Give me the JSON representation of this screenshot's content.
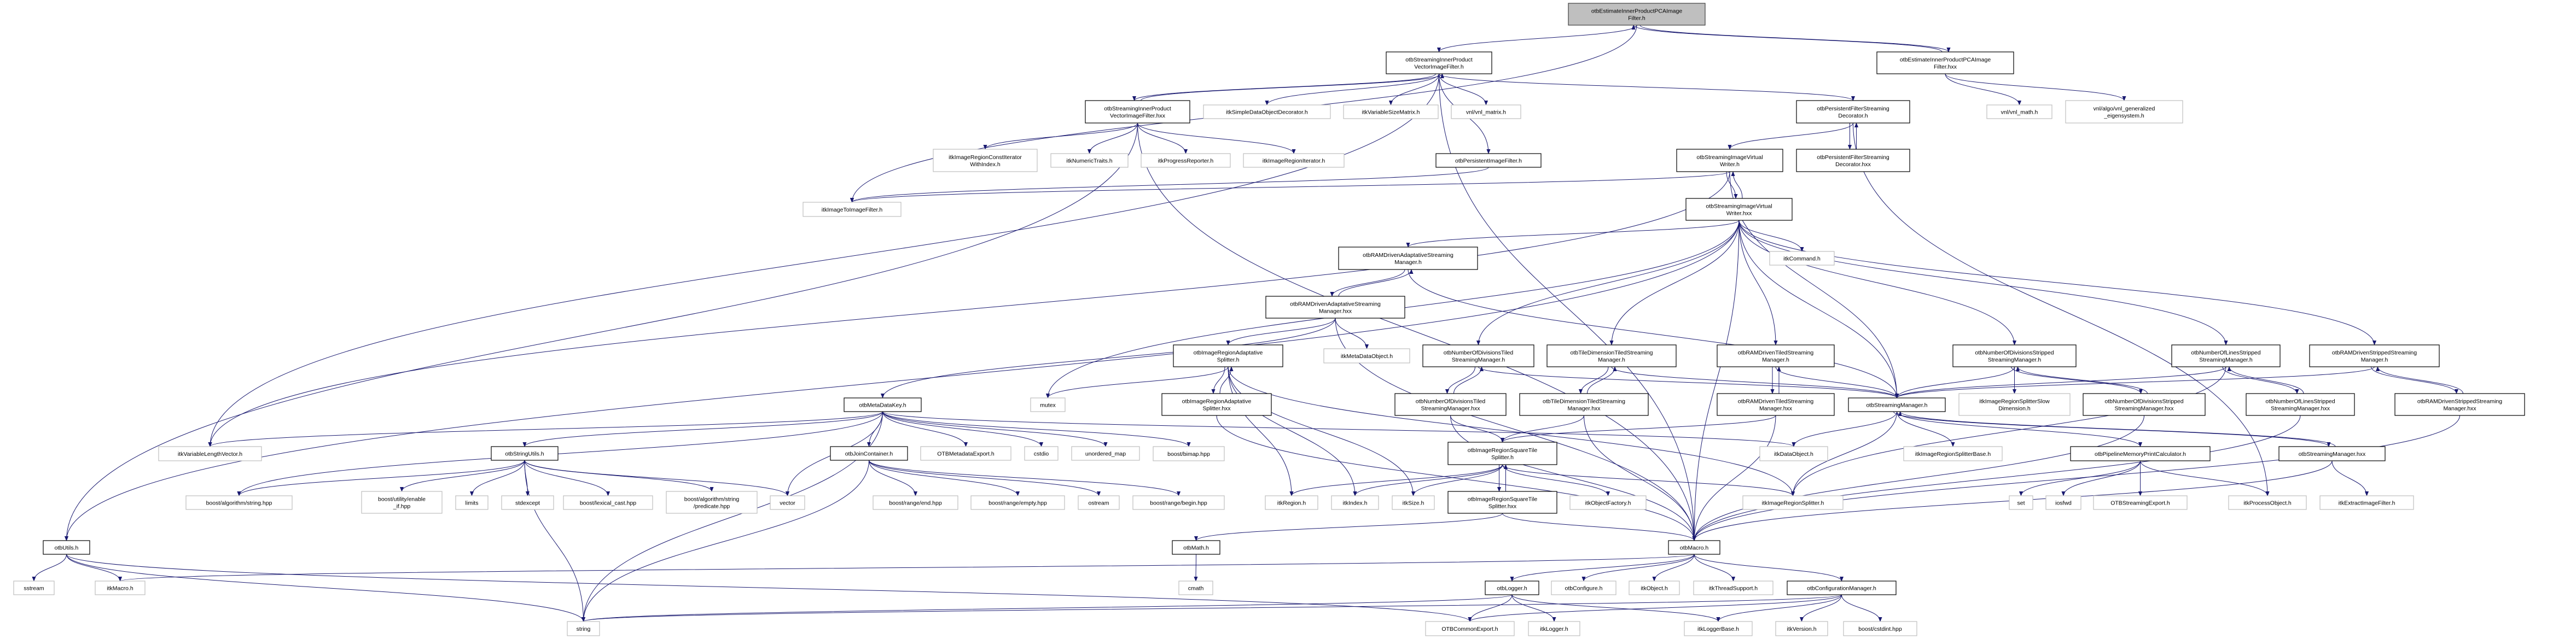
{
  "colors": {
    "edge": "#191970",
    "root_fill": "#bfbfbf",
    "documented_border": "#000000",
    "external_border": "#bfbfbf"
  },
  "nodes": [
    {
      "id": "title",
      "lines": [
        "otbEstimateInnerProductPCAImage",
        "Filter.h"
      ],
      "kind": "root"
    },
    {
      "id": "sipvf_h",
      "lines": [
        "otbStreamingInnerProduct",
        "VectorImageFilter.h"
      ],
      "kind": "doc"
    },
    {
      "id": "pca_hxx",
      "lines": [
        "otbEstimateInnerProductPCAImage",
        "Filter.hxx"
      ],
      "kind": "doc"
    },
    {
      "id": "sipvf_hxx",
      "lines": [
        "otbStreamingInnerProduct",
        "VectorImageFilter.hxx"
      ],
      "kind": "doc"
    },
    {
      "id": "simpledeco",
      "lines": [
        "itkSimpleDataObjectDecorator.h"
      ],
      "kind": "ext"
    },
    {
      "id": "varsizematrix",
      "lines": [
        "itkVariableSizeMatrix.h"
      ],
      "kind": "ext"
    },
    {
      "id": "vnl_matrix",
      "lines": [
        "vnl/vnl_matrix.h"
      ],
      "kind": "ext"
    },
    {
      "id": "pfsd_h",
      "lines": [
        "otbPersistentFilterStreaming",
        "Decorator.h"
      ],
      "kind": "doc"
    },
    {
      "id": "vnl_math",
      "lines": [
        "vnl/vnl_math.h"
      ],
      "kind": "ext"
    },
    {
      "id": "vnl_gen",
      "lines": [
        "vnl/algo/vnl_generalized",
        "_eigensystem.h"
      ],
      "kind": "ext"
    },
    {
      "id": "constiter",
      "lines": [
        "itkImageRegionConstIterator",
        "WithIndex.h"
      ],
      "kind": "ext"
    },
    {
      "id": "numerictraits",
      "lines": [
        "itkNumericTraits.h"
      ],
      "kind": "ext"
    },
    {
      "id": "progress",
      "lines": [
        "itkProgressReporter.h"
      ],
      "kind": "ext"
    },
    {
      "id": "regioniter",
      "lines": [
        "itkImageRegionIterator.h"
      ],
      "kind": "ext"
    },
    {
      "id": "persistentimg",
      "lines": [
        "otbPersistentImageFilter.h"
      ],
      "kind": "doc"
    },
    {
      "id": "sivw_h",
      "lines": [
        "otbStreamingImageVirtual",
        "Writer.h"
      ],
      "kind": "doc"
    },
    {
      "id": "pfsd_hxx",
      "lines": [
        "otbPersistentFilterStreaming",
        "Decorator.hxx"
      ],
      "kind": "doc"
    },
    {
      "id": "imgtoimg",
      "lines": [
        "itkImageToImageFilter.h"
      ],
      "kind": "ext"
    },
    {
      "id": "sivw_hxx",
      "lines": [
        "otbStreamingImageVirtual",
        "Writer.hxx"
      ],
      "kind": "doc"
    },
    {
      "id": "ramadapt_h",
      "lines": [
        "otbRAMDrivenAdaptativeStreaming",
        "Manager.h"
      ],
      "kind": "doc"
    },
    {
      "id": "itkcommand",
      "lines": [
        "itkCommand.h"
      ],
      "kind": "ext"
    },
    {
      "id": "ramadapt_hxx",
      "lines": [
        "otbRAMDrivenAdaptativeStreaming",
        "Manager.hxx"
      ],
      "kind": "doc"
    },
    {
      "id": "metadataobject",
      "lines": [
        "itkMetaDataObject.h"
      ],
      "kind": "ext"
    },
    {
      "id": "iras_h",
      "lines": [
        "otbImageRegionAdaptative",
        "Splitter.h"
      ],
      "kind": "doc"
    },
    {
      "id": "nodtiled_h",
      "lines": [
        "otbNumberOfDivisionsTiled",
        "StreamingManager.h"
      ],
      "kind": "doc"
    },
    {
      "id": "tiledim_h",
      "lines": [
        "otbTileDimensionTiledStreaming",
        "Manager.h"
      ],
      "kind": "doc"
    },
    {
      "id": "ramtiled_h",
      "lines": [
        "otbRAMDrivenTiledStreaming",
        "Manager.h"
      ],
      "kind": "doc"
    },
    {
      "id": "nodstrip_h",
      "lines": [
        "otbNumberOfDivisionsStripped",
        "StreamingManager.h"
      ],
      "kind": "doc"
    },
    {
      "id": "nolstrip_h",
      "lines": [
        "otbNumberOfLinesStripped",
        "StreamingManager.h"
      ],
      "kind": "doc"
    },
    {
      "id": "ramstrip_h",
      "lines": [
        "otbRAMDrivenStrippedStreaming",
        "Manager.h"
      ],
      "kind": "doc"
    },
    {
      "id": "iras_hxx",
      "lines": [
        "otbImageRegionAdaptative",
        "Splitter.hxx"
      ],
      "kind": "doc"
    },
    {
      "id": "mutex",
      "lines": [
        "mutex"
      ],
      "kind": "ext"
    },
    {
      "id": "metadatakey",
      "lines": [
        "otbMetaDataKey.h"
      ],
      "kind": "doc"
    },
    {
      "id": "nodtiled_hxx",
      "lines": [
        "otbNumberOfDivisionsTiled",
        "StreamingManager.hxx"
      ],
      "kind": "doc"
    },
    {
      "id": "tiledim_hxx",
      "lines": [
        "otbTileDimensionTiledStreaming",
        "Manager.hxx"
      ],
      "kind": "doc"
    },
    {
      "id": "ramtiled_hxx",
      "lines": [
        "otbRAMDrivenTiledStreaming",
        "Manager.hxx"
      ],
      "kind": "doc"
    },
    {
      "id": "sm_h",
      "lines": [
        "otbStreamingManager.h"
      ],
      "kind": "doc"
    },
    {
      "id": "slowdim",
      "lines": [
        "itkImageRegionSplitterSlow",
        "Dimension.h"
      ],
      "kind": "ext"
    },
    {
      "id": "nodstrip_hxx",
      "lines": [
        "otbNumberOfDivisionsStripped",
        "StreamingManager.hxx"
      ],
      "kind": "doc"
    },
    {
      "id": "nolstrip_hxx",
      "lines": [
        "otbNumberOfLinesStripped",
        "StreamingManager.hxx"
      ],
      "kind": "doc"
    },
    {
      "id": "ramstrip_hxx",
      "lines": [
        "otbRAMDrivenStrippedStreaming",
        "Manager.hxx"
      ],
      "kind": "doc"
    },
    {
      "id": "itkvarlenvec",
      "lines": [
        "itkVariableLengthVector.h"
      ],
      "kind": "ext"
    },
    {
      "id": "stringutils",
      "lines": [
        "otbStringUtils.h"
      ],
      "kind": "doc"
    },
    {
      "id": "joincontainer",
      "lines": [
        "otbJoinContainer.h"
      ],
      "kind": "doc"
    },
    {
      "id": "otbmetadataexport",
      "lines": [
        "OTBMetadataExport.h"
      ],
      "kind": "ext"
    },
    {
      "id": "cstdio",
      "lines": [
        "cstdio"
      ],
      "kind": "ext"
    },
    {
      "id": "unordered_map",
      "lines": [
        "unordered_map"
      ],
      "kind": "ext"
    },
    {
      "id": "bimap",
      "lines": [
        "boost/bimap.hpp"
      ],
      "kind": "ext"
    },
    {
      "id": "squaretile_h",
      "lines": [
        "otbImageRegionSquareTile",
        "Splitter.h"
      ],
      "kind": "doc"
    },
    {
      "id": "itkdataobject",
      "lines": [
        "itkDataObject.h"
      ],
      "kind": "ext"
    },
    {
      "id": "splitterbase",
      "lines": [
        "itkImageRegionSplitterBase.h"
      ],
      "kind": "ext"
    },
    {
      "id": "pmpc",
      "lines": [
        "otbPipelineMemoryPrintCalculator.h"
      ],
      "kind": "doc"
    },
    {
      "id": "sm_hxx",
      "lines": [
        "otbStreamingManager.hxx"
      ],
      "kind": "doc"
    },
    {
      "id": "boost_string",
      "lines": [
        "boost/algorithm/string.hpp"
      ],
      "kind": "ext"
    },
    {
      "id": "enable_if",
      "lines": [
        "boost/utility/enable",
        "_if.hpp"
      ],
      "kind": "ext"
    },
    {
      "id": "limits",
      "lines": [
        "limits"
      ],
      "kind": "ext"
    },
    {
      "id": "stdexcept",
      "lines": [
        "stdexcept"
      ],
      "kind": "ext"
    },
    {
      "id": "lexical_cast",
      "lines": [
        "boost/lexical_cast.hpp"
      ],
      "kind": "ext"
    },
    {
      "id": "predicate",
      "lines": [
        "boost/algorithm/string",
        "/predicate.hpp"
      ],
      "kind": "ext"
    },
    {
      "id": "vector",
      "lines": [
        "vector"
      ],
      "kind": "ext"
    },
    {
      "id": "range_end",
      "lines": [
        "boost/range/end.hpp"
      ],
      "kind": "ext"
    },
    {
      "id": "range_empty",
      "lines": [
        "boost/range/empty.hpp"
      ],
      "kind": "ext"
    },
    {
      "id": "ostream",
      "lines": [
        "ostream"
      ],
      "kind": "ext"
    },
    {
      "id": "range_begin",
      "lines": [
        "boost/range/begin.hpp"
      ],
      "kind": "ext"
    },
    {
      "id": "itkregion",
      "lines": [
        "itkRegion.h"
      ],
      "kind": "ext"
    },
    {
      "id": "itkindex",
      "lines": [
        "itkIndex.h"
      ],
      "kind": "ext"
    },
    {
      "id": "itksize",
      "lines": [
        "itkSize.h"
      ],
      "kind": "ext"
    },
    {
      "id": "squaretile_hxx",
      "lines": [
        "otbImageRegionSquareTile",
        "Splitter.hxx"
      ],
      "kind": "doc"
    },
    {
      "id": "objectfactory",
      "lines": [
        "itkObjectFactory.h"
      ],
      "kind": "ext"
    },
    {
      "id": "regionsplitter",
      "lines": [
        "itkImageRegionSplitter.h"
      ],
      "kind": "ext"
    },
    {
      "id": "set",
      "lines": [
        "set"
      ],
      "kind": "ext"
    },
    {
      "id": "iosfwd",
      "lines": [
        "iosfwd"
      ],
      "kind": "ext"
    },
    {
      "id": "streamingexport",
      "lines": [
        "OTBStreamingExport.h"
      ],
      "kind": "ext"
    },
    {
      "id": "processobject",
      "lines": [
        "itkProcessObject.h"
      ],
      "kind": "ext"
    },
    {
      "id": "extractfilter",
      "lines": [
        "itkExtractImageFilter.h"
      ],
      "kind": "ext"
    },
    {
      "id": "otbutils",
      "lines": [
        "otbUtils.h"
      ],
      "kind": "doc"
    },
    {
      "id": "otbmath",
      "lines": [
        "otbMath.h"
      ],
      "kind": "doc"
    },
    {
      "id": "otbmacro",
      "lines": [
        "otbMacro.h"
      ],
      "kind": "doc"
    },
    {
      "id": "sstream",
      "lines": [
        "sstream"
      ],
      "kind": "ext"
    },
    {
      "id": "itkmacro",
      "lines": [
        "itkMacro.h"
      ],
      "kind": "ext"
    },
    {
      "id": "cmath",
      "lines": [
        "cmath"
      ],
      "kind": "ext"
    },
    {
      "id": "otblogger",
      "lines": [
        "otbLogger.h"
      ],
      "kind": "doc"
    },
    {
      "id": "otbconfigure",
      "lines": [
        "otbConfigure.h"
      ],
      "kind": "ext"
    },
    {
      "id": "itkobject",
      "lines": [
        "itkObject.h"
      ],
      "kind": "ext"
    },
    {
      "id": "threadsupport",
      "lines": [
        "itkThreadSupport.h"
      ],
      "kind": "ext"
    },
    {
      "id": "configmgr",
      "lines": [
        "otbConfigurationManager.h"
      ],
      "kind": "doc"
    },
    {
      "id": "string",
      "lines": [
        "string"
      ],
      "kind": "ext"
    },
    {
      "id": "commonexport",
      "lines": [
        "OTBCommonExport.h"
      ],
      "kind": "ext"
    },
    {
      "id": "itklogger",
      "lines": [
        "itkLogger.h"
      ],
      "kind": "ext"
    },
    {
      "id": "loggerbase",
      "lines": [
        "itkLoggerBase.h"
      ],
      "kind": "ext"
    },
    {
      "id": "itkversion",
      "lines": [
        "itkVersion.h"
      ],
      "kind": "ext"
    },
    {
      "id": "cstdint",
      "lines": [
        "boost/cstdint.hpp"
      ],
      "kind": "ext"
    }
  ],
  "edges": [
    [
      "title",
      "sipvf_h"
    ],
    [
      "title",
      "pca_hxx"
    ],
    [
      "pca_hxx",
      "title"
    ],
    [
      "title",
      "imgtoimg"
    ],
    [
      "pca_hxx",
      "vnl_math"
    ],
    [
      "pca_hxx",
      "vnl_gen"
    ],
    [
      "sipvf_h",
      "sipvf_hxx"
    ],
    [
      "sipvf_hxx",
      "sipvf_h"
    ],
    [
      "sipvf_h",
      "simpledeco"
    ],
    [
      "sipvf_h",
      "varsizematrix"
    ],
    [
      "sipvf_h",
      "vnl_matrix"
    ],
    [
      "sipvf_h",
      "persistentimg"
    ],
    [
      "sipvf_h",
      "pfsd_h"
    ],
    [
      "sipvf_h",
      "otbmacro"
    ],
    [
      "sipvf_h",
      "itkvarlenvec"
    ],
    [
      "sipvf_hxx",
      "constiter"
    ],
    [
      "sipvf_hxx",
      "numerictraits"
    ],
    [
      "sipvf_hxx",
      "progress"
    ],
    [
      "sipvf_hxx",
      "regioniter"
    ],
    [
      "sipvf_hxx",
      "otbmacro"
    ],
    [
      "sipvf_hxx",
      "otbutils"
    ],
    [
      "persistentimg",
      "imgtoimg"
    ],
    [
      "pfsd_h",
      "sivw_h"
    ],
    [
      "pfsd_h",
      "pfsd_hxx"
    ],
    [
      "pfsd_hxx",
      "pfsd_h"
    ],
    [
      "pfsd_h",
      "processobject"
    ],
    [
      "sivw_h",
      "sivw_hxx"
    ],
    [
      "sivw_hxx",
      "sivw_h"
    ],
    [
      "sivw_h",
      "imgtoimg"
    ],
    [
      "sivw_h",
      "itkvarlenvec"
    ],
    [
      "sivw_h",
      "sm_h"
    ],
    [
      "sivw_hxx",
      "ramadapt_h"
    ],
    [
      "sivw_hxx",
      "nodtiled_h"
    ],
    [
      "sivw_hxx",
      "tiledim_h"
    ],
    [
      "sivw_hxx",
      "ramtiled_h"
    ],
    [
      "sivw_hxx",
      "nodstrip_h"
    ],
    [
      "sivw_hxx",
      "nolstrip_h"
    ],
    [
      "sivw_hxx",
      "ramstrip_h"
    ],
    [
      "sivw_hxx",
      "itkcommand"
    ],
    [
      "sivw_hxx",
      "sm_h"
    ],
    [
      "sivw_hxx",
      "otbmacro"
    ],
    [
      "sivw_hxx",
      "otbutils"
    ],
    [
      "sivw_hxx",
      "mutex"
    ],
    [
      "ramadapt_h",
      "ramadapt_hxx"
    ],
    [
      "ramadapt_hxx",
      "ramadapt_h"
    ],
    [
      "ramadapt_h",
      "sm_h"
    ],
    [
      "ramadapt_hxx",
      "metadataobject"
    ],
    [
      "ramadapt_hxx",
      "iras_h"
    ],
    [
      "ramadapt_hxx",
      "metadatakey"
    ],
    [
      "ramadapt_hxx",
      "otbmacro"
    ],
    [
      "iras_h",
      "mutex"
    ],
    [
      "iras_h",
      "iras_hxx"
    ],
    [
      "iras_hxx",
      "iras_h"
    ],
    [
      "iras_h",
      "itkregion"
    ],
    [
      "iras_h",
      "itkindex"
    ],
    [
      "iras_h",
      "itksize"
    ],
    [
      "iras_h",
      "regionsplitter"
    ],
    [
      "iras_hxx",
      "otbmacro"
    ],
    [
      "metadatakey",
      "itkvarlenvec"
    ],
    [
      "metadatakey",
      "stringutils"
    ],
    [
      "metadatakey",
      "joincontainer"
    ],
    [
      "metadatakey",
      "otbmetadataexport"
    ],
    [
      "metadatakey",
      "cstdio"
    ],
    [
      "metadatakey",
      "unordered_map"
    ],
    [
      "metadatakey",
      "bimap"
    ],
    [
      "metadatakey",
      "itkdataobject"
    ],
    [
      "metadatakey",
      "vector"
    ],
    [
      "metadatakey",
      "string"
    ],
    [
      "metadatakey",
      "boost_string"
    ],
    [
      "stringutils",
      "boost_string"
    ],
    [
      "stringutils",
      "enable_if"
    ],
    [
      "stringutils",
      "limits"
    ],
    [
      "stringutils",
      "stdexcept"
    ],
    [
      "stringutils",
      "lexical_cast"
    ],
    [
      "stringutils",
      "predicate"
    ],
    [
      "stringutils",
      "vector"
    ],
    [
      "stringutils",
      "string"
    ],
    [
      "joincontainer",
      "string"
    ],
    [
      "joincontainer",
      "range_end"
    ],
    [
      "joincontainer",
      "range_empty"
    ],
    [
      "joincontainer",
      "ostream"
    ],
    [
      "joincontainer",
      "range_begin"
    ],
    [
      "nodtiled_h",
      "nodtiled_hxx"
    ],
    [
      "nodtiled_hxx",
      "nodtiled_h"
    ],
    [
      "nodtiled_h",
      "sm_h"
    ],
    [
      "nodtiled_hxx",
      "squaretile_h"
    ],
    [
      "nodtiled_hxx",
      "otbmacro"
    ],
    [
      "tiledim_h",
      "tiledim_hxx"
    ],
    [
      "tiledim_hxx",
      "tiledim_h"
    ],
    [
      "tiledim_h",
      "sm_h"
    ],
    [
      "tiledim_hxx",
      "squaretile_h"
    ],
    [
      "tiledim_hxx",
      "otbmacro"
    ],
    [
      "ramtiled_h",
      "ramtiled_hxx"
    ],
    [
      "ramtiled_hxx",
      "ramtiled_h"
    ],
    [
      "ramtiled_h",
      "sm_h"
    ],
    [
      "ramtiled_hxx",
      "squaretile_h"
    ],
    [
      "ramtiled_hxx",
      "otbmacro"
    ],
    [
      "squaretile_h",
      "squaretile_hxx"
    ],
    [
      "squaretile_hxx",
      "squaretile_h"
    ],
    [
      "squaretile_h",
      "itkregion"
    ],
    [
      "squaretile_h",
      "itkindex"
    ],
    [
      "squaretile_h",
      "itksize"
    ],
    [
      "squaretile_h",
      "objectfactory"
    ],
    [
      "squaretile_h",
      "regionsplitter"
    ],
    [
      "squaretile_hxx",
      "otbmath"
    ],
    [
      "squaretile_hxx",
      "otbmacro"
    ],
    [
      "sm_h",
      "itkdataobject"
    ],
    [
      "sm_h",
      "splitterbase"
    ],
    [
      "sm_h",
      "pmpc"
    ],
    [
      "sm_h",
      "sm_hxx"
    ],
    [
      "sm_hxx",
      "sm_h"
    ],
    [
      "sm_h",
      "regionsplitter"
    ],
    [
      "sm_hxx",
      "extractfilter"
    ],
    [
      "sm_hxx",
      "otbmacro"
    ],
    [
      "nodstrip_h",
      "nodstrip_hxx"
    ],
    [
      "nodstrip_hxx",
      "nodstrip_h"
    ],
    [
      "nodstrip_h",
      "sm_h"
    ],
    [
      "nodstrip_h",
      "slowdim"
    ],
    [
      "nodstrip_hxx",
      "otbmacro"
    ],
    [
      "nolstrip_h",
      "nolstrip_hxx"
    ],
    [
      "nolstrip_hxx",
      "nolstrip_h"
    ],
    [
      "nolstrip_h",
      "sm_h"
    ],
    [
      "nolstrip_h",
      "regionsplitter"
    ],
    [
      "nolstrip_hxx",
      "otbmacro"
    ],
    [
      "ramstrip_h",
      "ramstrip_hxx"
    ],
    [
      "ramstrip_hxx",
      "ramstrip_h"
    ],
    [
      "ramstrip_h",
      "sm_h"
    ],
    [
      "ramstrip_hxx",
      "otbmacro"
    ],
    [
      "pmpc",
      "set"
    ],
    [
      "pmpc",
      "iosfwd"
    ],
    [
      "pmpc",
      "streamingexport"
    ],
    [
      "pmpc",
      "processobject"
    ],
    [
      "otbmacro",
      "itkmacro"
    ],
    [
      "otbmacro",
      "otblogger"
    ],
    [
      "otbmacro",
      "otbconfigure"
    ],
    [
      "otbmacro",
      "itkobject"
    ],
    [
      "otbmacro",
      "threadsupport"
    ],
    [
      "otbmacro",
      "configmgr"
    ],
    [
      "otbmath",
      "cmath"
    ],
    [
      "otblogger",
      "string"
    ],
    [
      "otblogger",
      "commonexport"
    ],
    [
      "otblogger",
      "itklogger"
    ],
    [
      "otblogger",
      "loggerbase"
    ],
    [
      "configmgr",
      "commonexport"
    ],
    [
      "configmgr",
      "loggerbase"
    ],
    [
      "configmgr",
      "itkversion"
    ],
    [
      "configmgr",
      "cstdint"
    ],
    [
      "configmgr",
      "string"
    ],
    [
      "otbutils",
      "sstream"
    ],
    [
      "otbutils",
      "itkmacro"
    ],
    [
      "otbutils",
      "string"
    ],
    [
      "otbutils",
      "commonexport"
    ]
  ]
}
